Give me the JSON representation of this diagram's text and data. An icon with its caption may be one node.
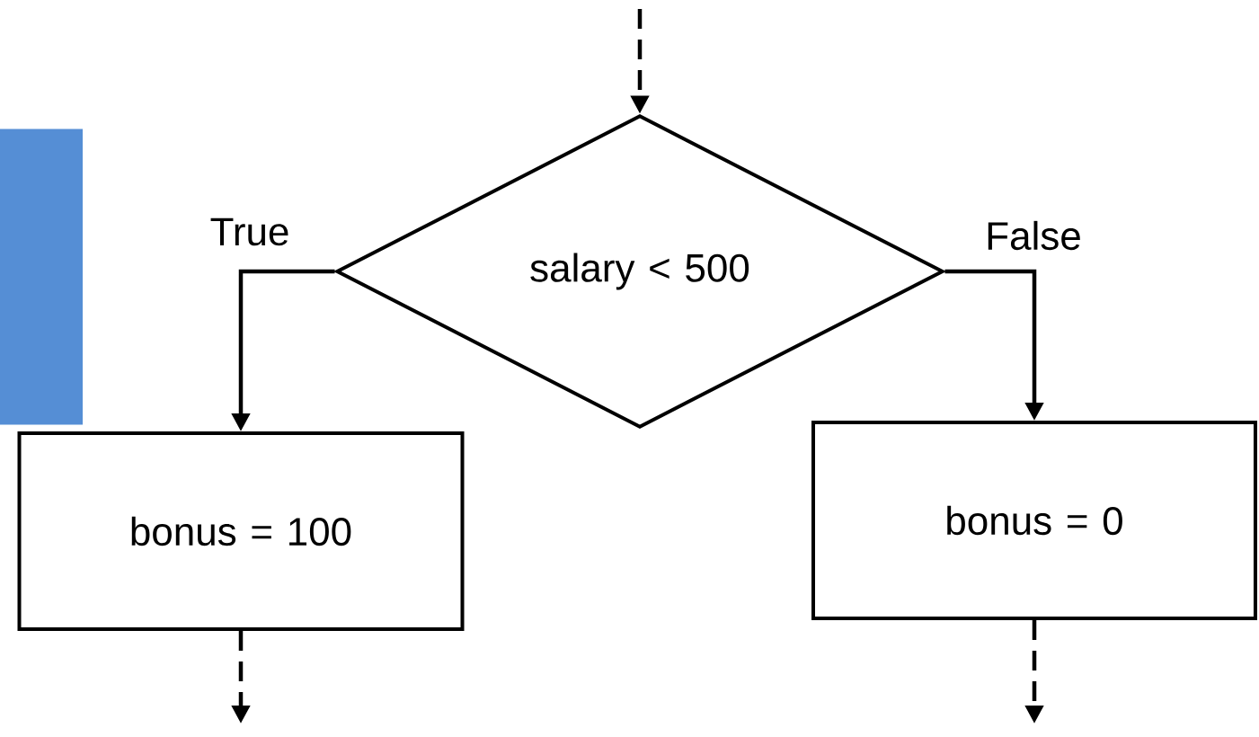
{
  "diagram": {
    "nodes": [
      {
        "text": [
          "salary < 500"
        ]
      },
      {
        "text": [
          "bonus = 100"
        ]
      },
      {
        "text": [
          "bonus = 0"
        ]
      },
      {
        "text": [],
        "shape": "bar"
      }
    ],
    "edges": [
      {
        "from": null,
        "to": 0,
        "arrow": "to",
        "style": "dashed"
      },
      {
        "from": 0,
        "to": 1,
        "arrow": "to",
        "label": "True"
      },
      {
        "from": 0,
        "to": 2,
        "arrow": "to",
        "label": "False"
      },
      {
        "from": 1,
        "to": null,
        "arrow": "to",
        "style": "dashed"
      },
      {
        "from": 2,
        "to": null,
        "arrow": "to",
        "style": "dashed"
      }
    ]
  }
}
